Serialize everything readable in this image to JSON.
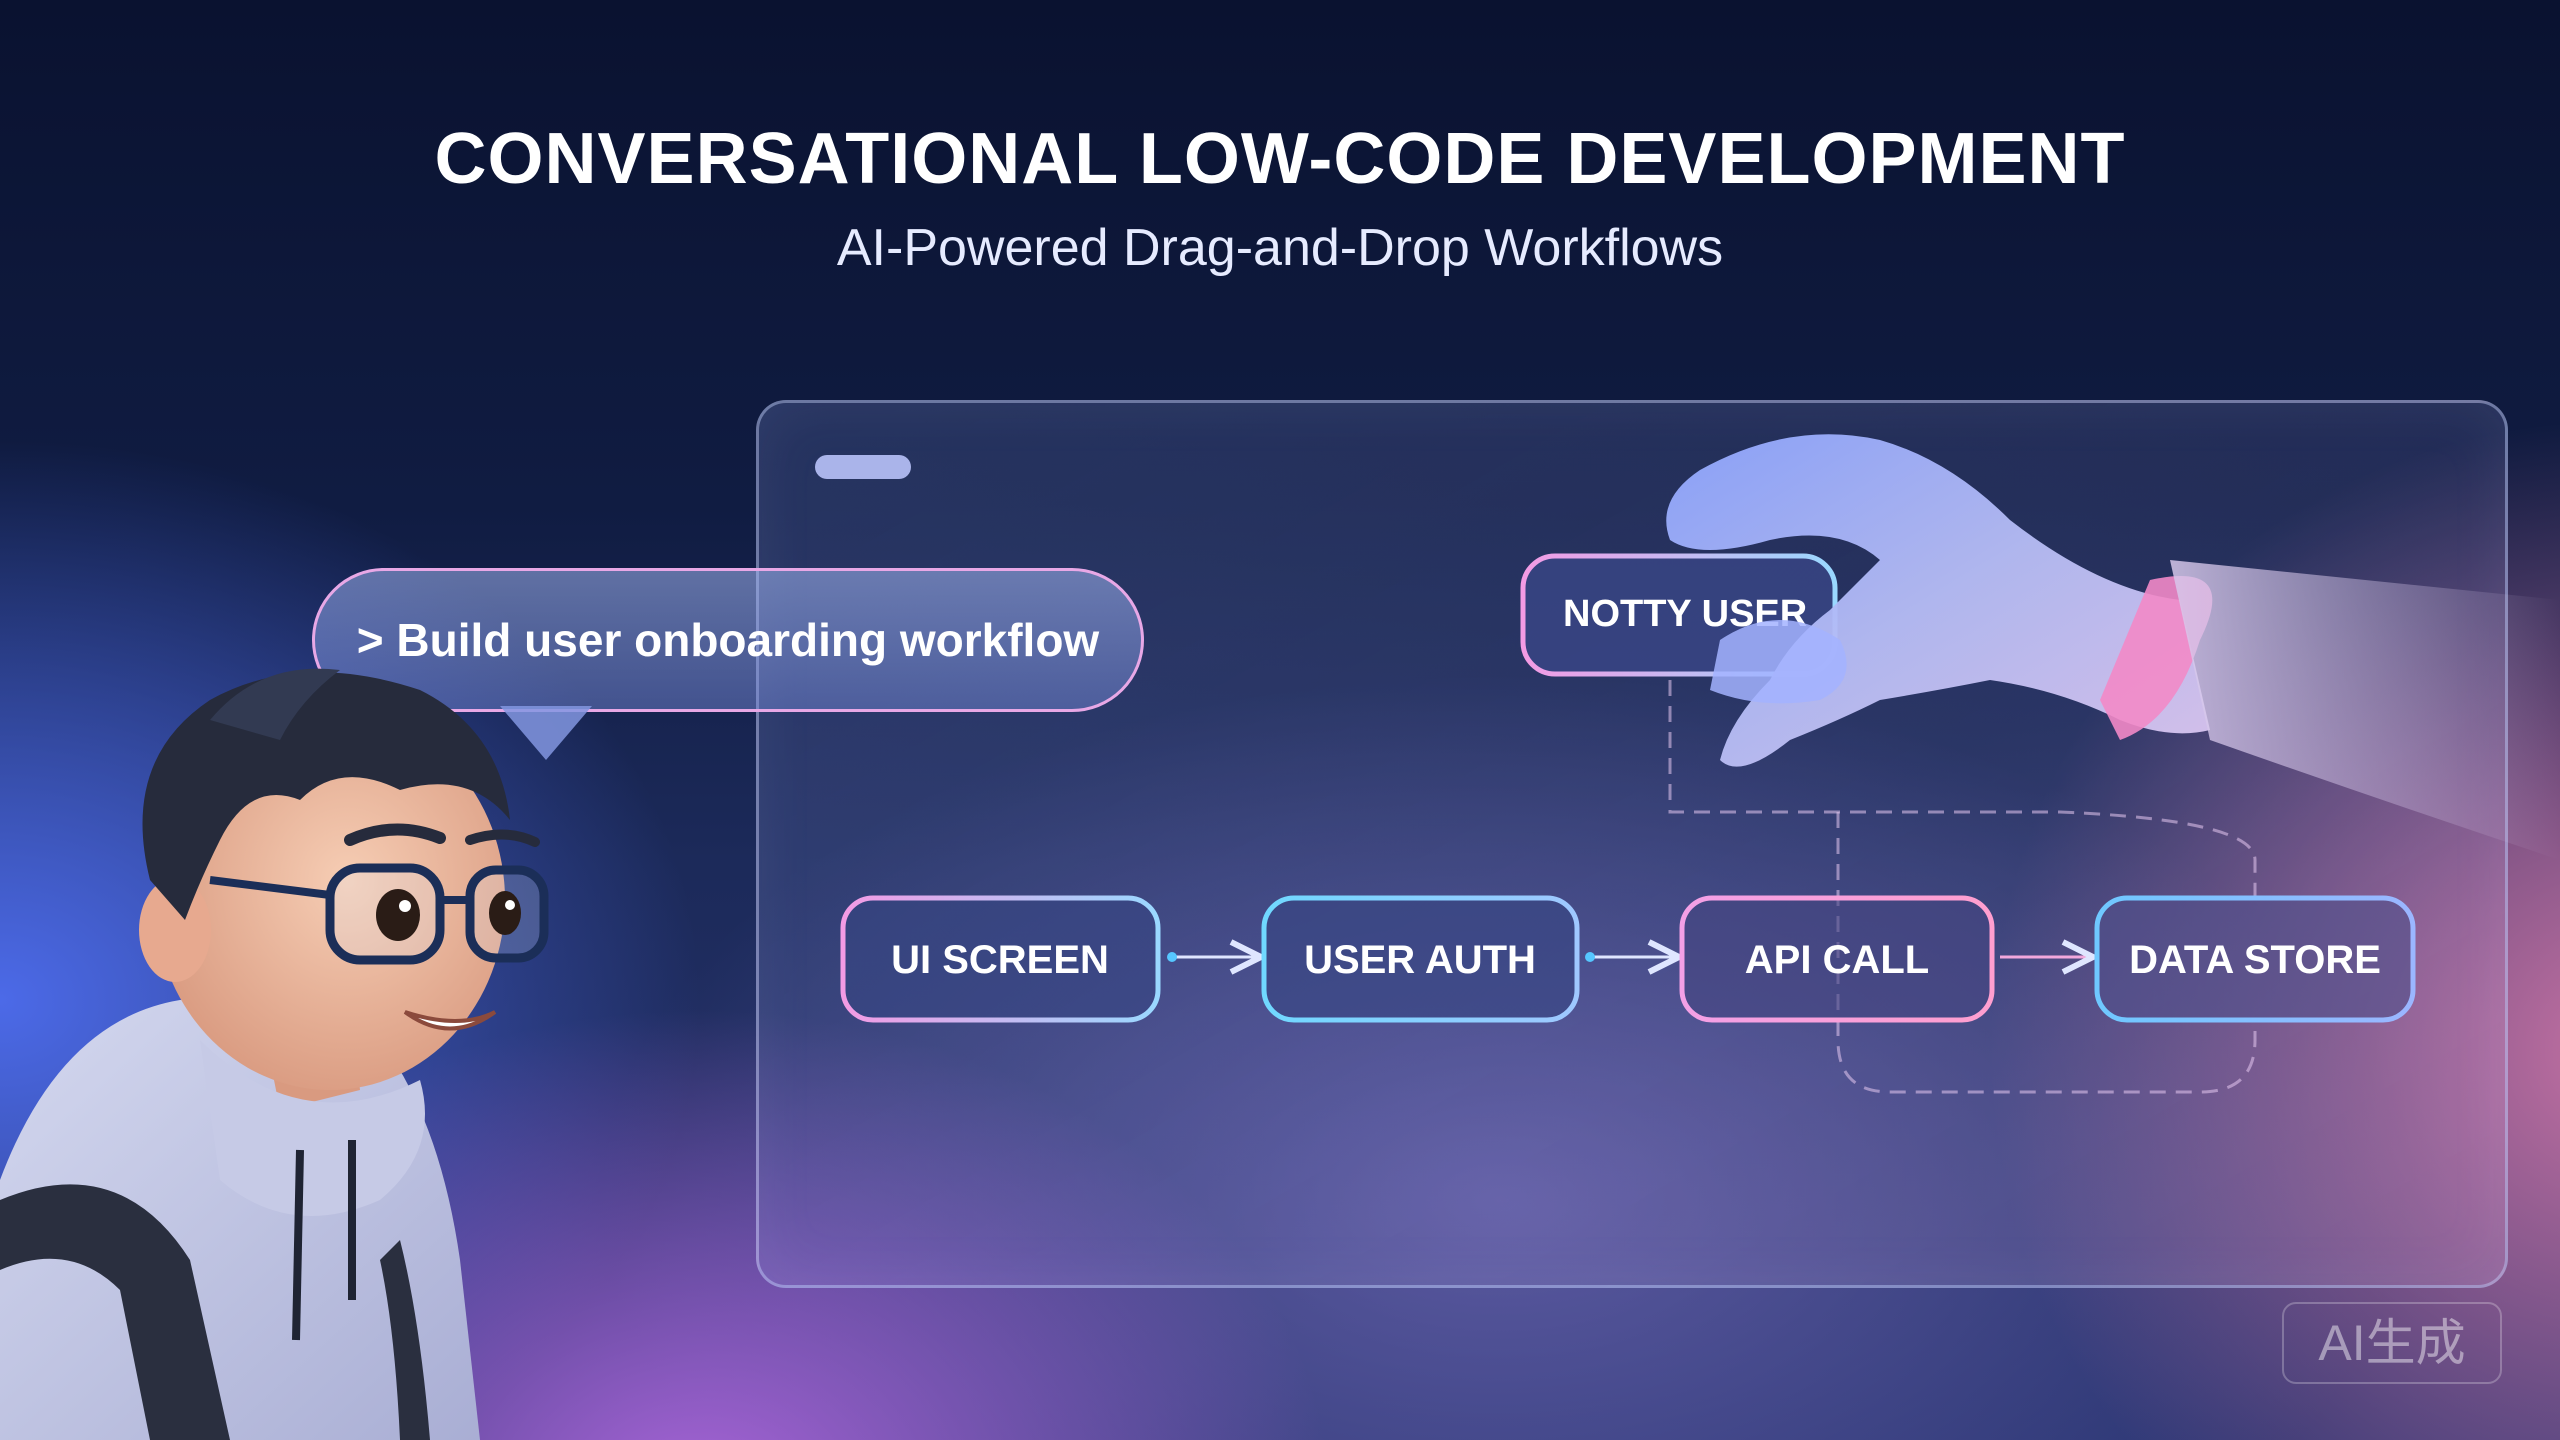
{
  "header": {
    "title": "CONVERSATIONAL LOW-CODE DEVELOPMENT",
    "subtitle": "AI-Powered Drag-and-Drop Workflows"
  },
  "prompt_bubble": {
    "text": "> Build user onboarding workflow"
  },
  "workflow": {
    "dragged_node": "NOTTY USER",
    "nodes": [
      {
        "label": "UI SCREEN"
      },
      {
        "label": "USER AUTH"
      },
      {
        "label": "API CALL"
      },
      {
        "label": "DATA STORE"
      }
    ]
  },
  "watermark": "AI生成",
  "icons": [
    "arrow-right-icon",
    "hand-illustration",
    "character-illustration"
  ],
  "colors": {
    "accent_pink": "#f39be4",
    "accent_cyan": "#7ad6ff",
    "background_top": "#0a1230"
  }
}
